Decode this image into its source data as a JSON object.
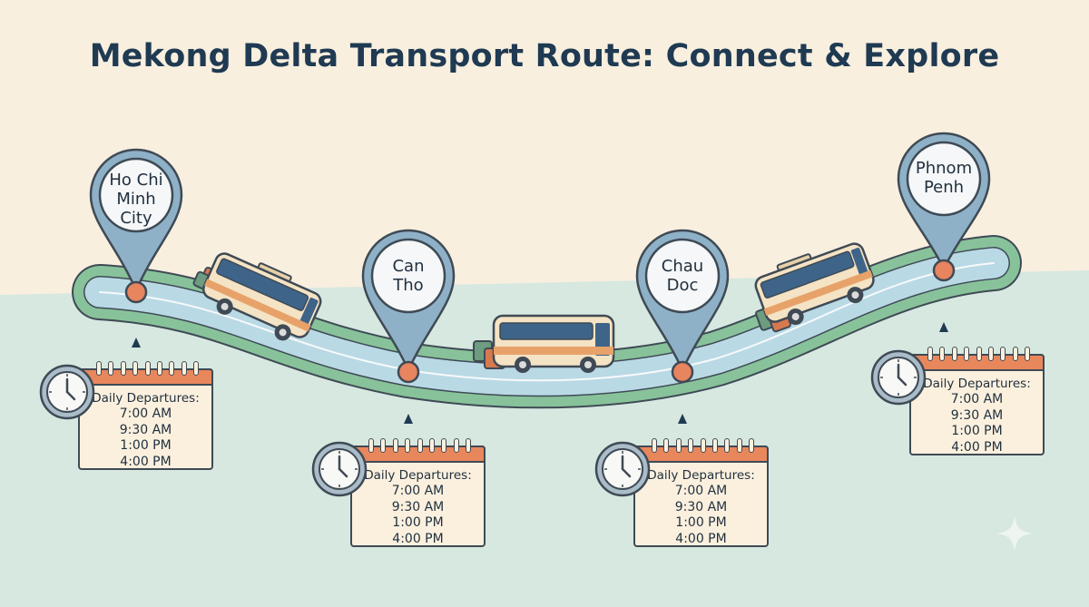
{
  "title": "Mekong Delta Transport Route: Connect & Explore",
  "stops": [
    {
      "name_lines": [
        "Ho Chi",
        "Minh",
        "City"
      ]
    },
    {
      "name_lines": [
        "Can",
        "Tho"
      ]
    },
    {
      "name_lines": [
        "Chau",
        "Doc"
      ]
    },
    {
      "name_lines": [
        "Phnom",
        "Penh"
      ]
    }
  ],
  "schedules": [
    {
      "heading": "Daily Departures:",
      "times": [
        "7:00 AM",
        "9:30 AM",
        "1:00 PM",
        "4:00 PM"
      ]
    },
    {
      "heading": "Daily Departures:",
      "times": [
        "7:00 AM",
        "9:30 AM",
        "1:00 PM",
        "4:00 PM"
      ]
    },
    {
      "heading": "Daily Departures:",
      "times": [
        "7:00 AM",
        "9:30 AM",
        "1:00 PM",
        "4:00 PM"
      ]
    },
    {
      "heading": "Daily Departures:",
      "times": [
        "7:00 AM",
        "9:30 AM",
        "1:00 PM",
        "4:00 PM"
      ]
    }
  ],
  "colors": {
    "sky": "#f8efdf",
    "land": "#d6e8e0",
    "river_bank": "#88c29a",
    "river_water": "#b9d9e5",
    "pin_fill": "#8eb1c7",
    "pin_dot": "#e8845e",
    "calendar_top": "#e9875c",
    "bus_body": "#f4e3c4",
    "title": "#1f3a52"
  }
}
